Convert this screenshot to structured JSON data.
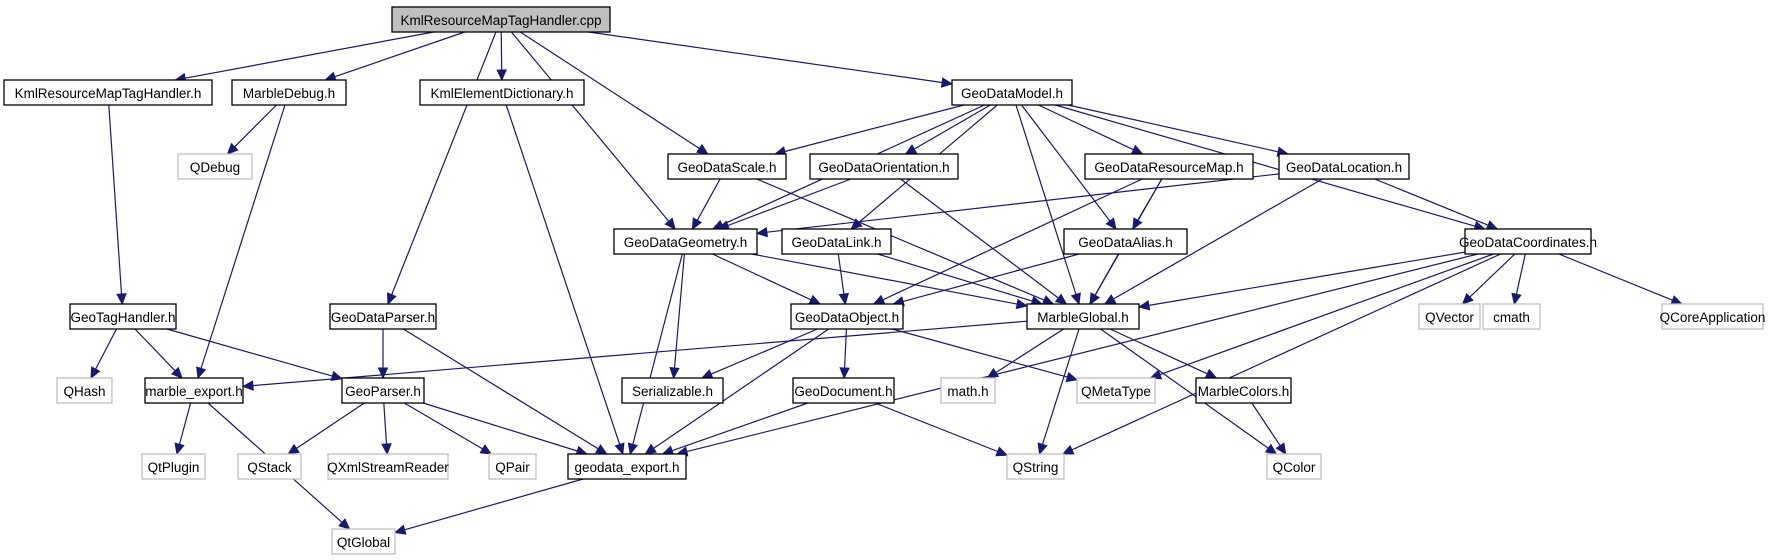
{
  "title": "KmlResourceMapTagHandler.cpp include dependency graph",
  "colors": {
    "edge": "#191970",
    "root_fill": "#bfbfbf",
    "local_border": "#000000",
    "external_border": "#bfbfbf"
  },
  "nodes": [
    {
      "id": "root",
      "label": "KmlResourceMapTagHandler.cpp",
      "kind": "root"
    },
    {
      "id": "kmlrmth_h",
      "label": "KmlResourceMapTagHandler.h",
      "kind": "local"
    },
    {
      "id": "marbledebug",
      "label": "MarbleDebug.h",
      "kind": "local"
    },
    {
      "id": "kmlelemdict",
      "label": "KmlElementDictionary.h",
      "kind": "local"
    },
    {
      "id": "geodatamodel",
      "label": "GeoDataModel.h",
      "kind": "local"
    },
    {
      "id": "qdebug",
      "label": "QDebug",
      "kind": "external"
    },
    {
      "id": "geodatascale",
      "label": "GeoDataScale.h",
      "kind": "local"
    },
    {
      "id": "geodataorientation",
      "label": "GeoDataOrientation.h",
      "kind": "local"
    },
    {
      "id": "geodataresourcemap",
      "label": "GeoDataResourceMap.h",
      "kind": "local"
    },
    {
      "id": "geodatalocation",
      "label": "GeoDataLocation.h",
      "kind": "local"
    },
    {
      "id": "geodatageometry",
      "label": "GeoDataGeometry.h",
      "kind": "local"
    },
    {
      "id": "geodatalink",
      "label": "GeoDataLink.h",
      "kind": "local"
    },
    {
      "id": "geodataalias",
      "label": "GeoDataAlias.h",
      "kind": "local"
    },
    {
      "id": "geodatacoordinates",
      "label": "GeoDataCoordinates.h",
      "kind": "local"
    },
    {
      "id": "geotaghandler",
      "label": "GeoTagHandler.h",
      "kind": "local"
    },
    {
      "id": "geodataparser",
      "label": "GeoDataParser.h",
      "kind": "local"
    },
    {
      "id": "geodataobject",
      "label": "GeoDataObject.h",
      "kind": "local"
    },
    {
      "id": "marbleglobal",
      "label": "MarbleGlobal.h",
      "kind": "local"
    },
    {
      "id": "qvector",
      "label": "QVector",
      "kind": "external"
    },
    {
      "id": "cmath",
      "label": "cmath",
      "kind": "external"
    },
    {
      "id": "qcoreapplication",
      "label": "QCoreApplication",
      "kind": "external"
    },
    {
      "id": "qhash",
      "label": "QHash",
      "kind": "external"
    },
    {
      "id": "marble_export",
      "label": "marble_export.h",
      "kind": "local"
    },
    {
      "id": "geoparser",
      "label": "GeoParser.h",
      "kind": "local"
    },
    {
      "id": "serializable",
      "label": "Serializable.h",
      "kind": "local"
    },
    {
      "id": "geodocument",
      "label": "GeoDocument.h",
      "kind": "local"
    },
    {
      "id": "mathh",
      "label": "math.h",
      "kind": "external"
    },
    {
      "id": "qmetatype",
      "label": "QMetaType",
      "kind": "external"
    },
    {
      "id": "marblecolors",
      "label": "MarbleColors.h",
      "kind": "local"
    },
    {
      "id": "qtplugin",
      "label": "QtPlugin",
      "kind": "external"
    },
    {
      "id": "qstack",
      "label": "QStack",
      "kind": "external"
    },
    {
      "id": "qxmlstreamreader",
      "label": "QXmlStreamReader",
      "kind": "external"
    },
    {
      "id": "qpair",
      "label": "QPair",
      "kind": "external"
    },
    {
      "id": "geodata_export",
      "label": "geodata_export.h",
      "kind": "local"
    },
    {
      "id": "qstring",
      "label": "QString",
      "kind": "external"
    },
    {
      "id": "qcolor",
      "label": "QColor",
      "kind": "external"
    },
    {
      "id": "qtglobal",
      "label": "QtGlobal",
      "kind": "external"
    }
  ],
  "edges": [
    [
      "root",
      "kmlrmth_h"
    ],
    [
      "root",
      "marbledebug"
    ],
    [
      "root",
      "kmlelemdict"
    ],
    [
      "root",
      "geodatamodel"
    ],
    [
      "root",
      "geodatascale"
    ],
    [
      "root",
      "geodatageometry"
    ],
    [
      "root",
      "geodataparser"
    ],
    [
      "kmlrmth_h",
      "geotaghandler"
    ],
    [
      "marbledebug",
      "qdebug"
    ],
    [
      "marbledebug",
      "marble_export"
    ],
    [
      "kmlelemdict",
      "geodata_export"
    ],
    [
      "geodatamodel",
      "geodatascale"
    ],
    [
      "geodatamodel",
      "geodataorientation"
    ],
    [
      "geodatamodel",
      "geodataresourcemap"
    ],
    [
      "geodatamodel",
      "geodatalocation"
    ],
    [
      "geodatamodel",
      "geodatageometry"
    ],
    [
      "geodatamodel",
      "geodatalink"
    ],
    [
      "geodatamodel",
      "geodataalias"
    ],
    [
      "geodatamodel",
      "geodatacoordinates"
    ],
    [
      "geodatamodel",
      "marbleglobal"
    ],
    [
      "geodatascale",
      "geodatageometry"
    ],
    [
      "geodatascale",
      "marbleglobal"
    ],
    [
      "geodataorientation",
      "geodatageometry"
    ],
    [
      "geodataorientation",
      "marbleglobal"
    ],
    [
      "geodataresourcemap",
      "geodataalias"
    ],
    [
      "geodataresourcemap",
      "geodataobject"
    ],
    [
      "geodataresourcemap",
      "marbleglobal"
    ],
    [
      "geodatalocation",
      "geodatageometry"
    ],
    [
      "geodatalocation",
      "geodatacoordinates"
    ],
    [
      "geodatalocation",
      "marbleglobal"
    ],
    [
      "geodatageometry",
      "geodataobject"
    ],
    [
      "geodatageometry",
      "marbleglobal"
    ],
    [
      "geodatageometry",
      "serializable"
    ],
    [
      "geodatageometry",
      "geodata_export"
    ],
    [
      "geodatalink",
      "geodataobject"
    ],
    [
      "geodatalink",
      "marbleglobal"
    ],
    [
      "geodataalias",
      "geodataobject"
    ],
    [
      "geodataalias",
      "marbleglobal"
    ],
    [
      "geodatacoordinates",
      "marbleglobal"
    ],
    [
      "geodatacoordinates",
      "qvector"
    ],
    [
      "geodatacoordinates",
      "cmath"
    ],
    [
      "geodatacoordinates",
      "qcoreapplication"
    ],
    [
      "geodatacoordinates",
      "qmetatype"
    ],
    [
      "geodatacoordinates",
      "geodata_export"
    ],
    [
      "geodatacoordinates",
      "qstring"
    ],
    [
      "geotaghandler",
      "qhash"
    ],
    [
      "geotaghandler",
      "marble_export"
    ],
    [
      "geotaghandler",
      "geoparser"
    ],
    [
      "geodataparser",
      "geoparser"
    ],
    [
      "geodataparser",
      "geodata_export"
    ],
    [
      "geodataobject",
      "serializable"
    ],
    [
      "geodataobject",
      "geodocument"
    ],
    [
      "geodataobject",
      "qmetatype"
    ],
    [
      "geodataobject",
      "geodata_export"
    ],
    [
      "marbleglobal",
      "marble_export"
    ],
    [
      "marbleglobal",
      "mathh"
    ],
    [
      "marbleglobal",
      "qstring"
    ],
    [
      "marbleglobal",
      "marblecolors"
    ],
    [
      "marbleglobal",
      "qcolor"
    ],
    [
      "marble_export",
      "qtplugin"
    ],
    [
      "marble_export",
      "qtglobal"
    ],
    [
      "geoparser",
      "qstack"
    ],
    [
      "geoparser",
      "qxmlstreamreader"
    ],
    [
      "geoparser",
      "qpair"
    ],
    [
      "geoparser",
      "geodata_export"
    ],
    [
      "geodocument",
      "geodata_export"
    ],
    [
      "geodocument",
      "qstring"
    ],
    [
      "marblecolors",
      "qcolor"
    ],
    [
      "geodata_export",
      "qtglobal"
    ]
  ]
}
